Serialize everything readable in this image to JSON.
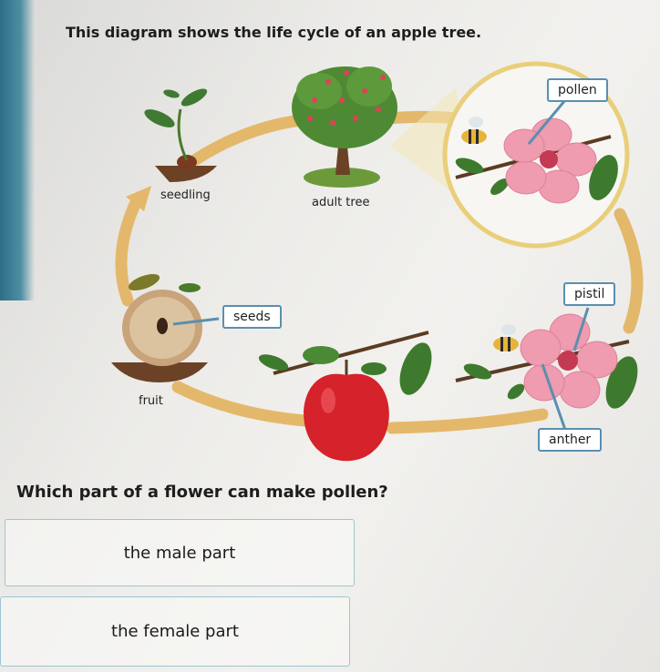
{
  "intro": "This diagram shows the life cycle of an apple tree.",
  "diagram": {
    "stages": {
      "seedling": "seedling",
      "adult_tree": "adult tree",
      "fruit": "fruit"
    },
    "callouts": {
      "pollen": "pollen",
      "seeds": "seeds",
      "pistil": "pistil",
      "anther": "anther"
    }
  },
  "question": "Which part of a flower can make pollen?",
  "answers": [
    {
      "label": "the male part"
    },
    {
      "label": "the female part"
    }
  ],
  "colors": {
    "cycle_arrow": "#e4b86a",
    "label_border": "#5a8fb0",
    "apple_red": "#d6222a",
    "petal_pink": "#ef9bb0",
    "answer_border": "#9fc4d4"
  }
}
